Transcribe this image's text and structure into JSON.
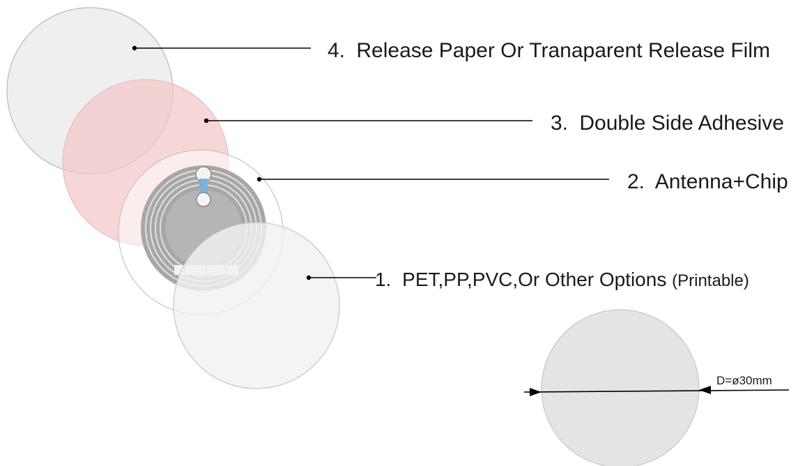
{
  "layers": [
    {
      "number": "4.",
      "label": "Release Paper Or Tranaparent Release Film"
    },
    {
      "number": "3.",
      "label": "Double Side Adhesive"
    },
    {
      "number": "2.",
      "label": "Antenna+Chip"
    },
    {
      "number": "1.",
      "label": "PET,PP,PVC,Or Other Options",
      "suffix": "(Printable)"
    }
  ],
  "dimension": {
    "label": "D=ø30mm"
  },
  "colors": {
    "release_paper_fill": "#ececec",
    "adhesive_fill": "#f3c6c7",
    "antenna_coil": "#9a9a9a",
    "chip_bridge": "#7fb0d6",
    "face_film_fill": "#f1f1f1",
    "outline": "#b8b8b8",
    "callout_line": "#000000",
    "text": "#1a1a1a"
  }
}
